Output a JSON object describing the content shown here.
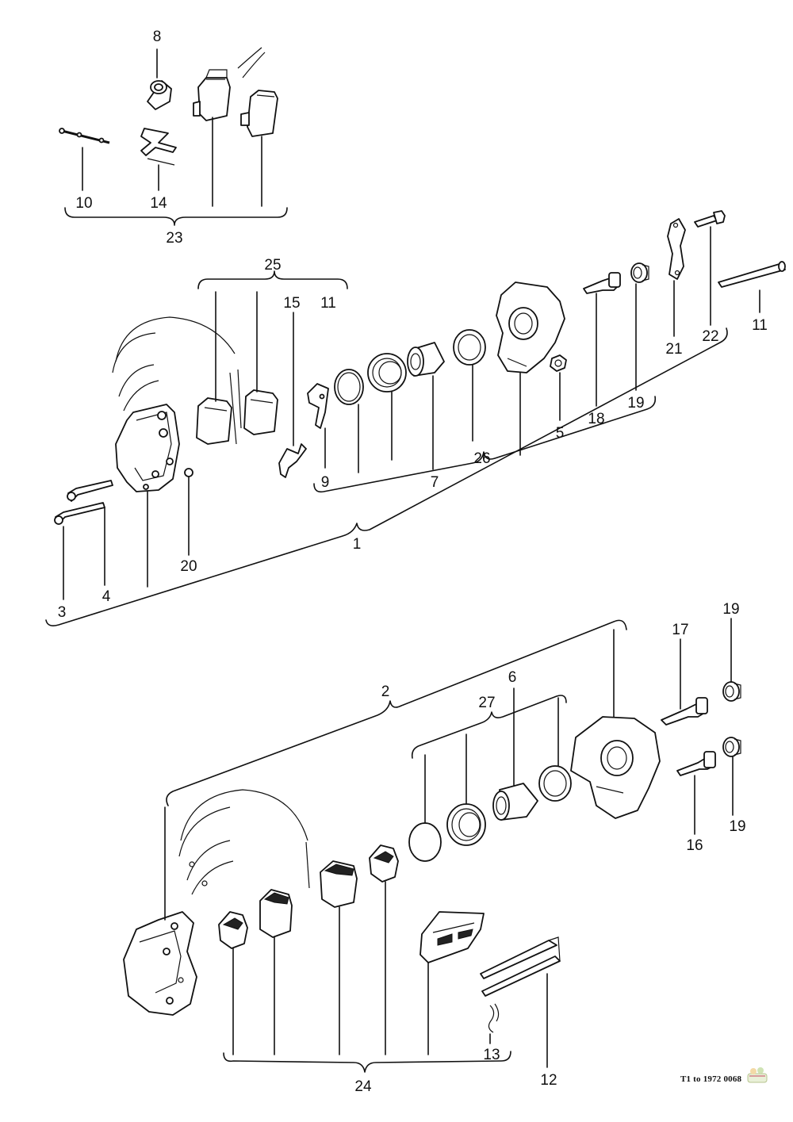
{
  "diagram": {
    "callouts": {
      "c1": "1",
      "c2": "2",
      "c3": "3",
      "c4": "4",
      "c5": "5",
      "c6": "6",
      "c7": "7",
      "c8": "8",
      "c9": "9",
      "c10": "10",
      "c11a": "11",
      "c11b": "11",
      "c12": "12",
      "c13": "13",
      "c14": "14",
      "c15": "15",
      "c16": "16",
      "c17": "17",
      "c18": "18",
      "c19a": "19",
      "c19b": "19",
      "c19c": "19",
      "c20": "20",
      "c21": "21",
      "c22": "22",
      "c23": "23",
      "c24": "24",
      "c25": "25",
      "c26": "26",
      "c27": "27"
    },
    "footer": {
      "reference": "T1 to 1972 0068"
    },
    "colors": {
      "ink": "#111111",
      "paper": "#ffffff"
    }
  }
}
